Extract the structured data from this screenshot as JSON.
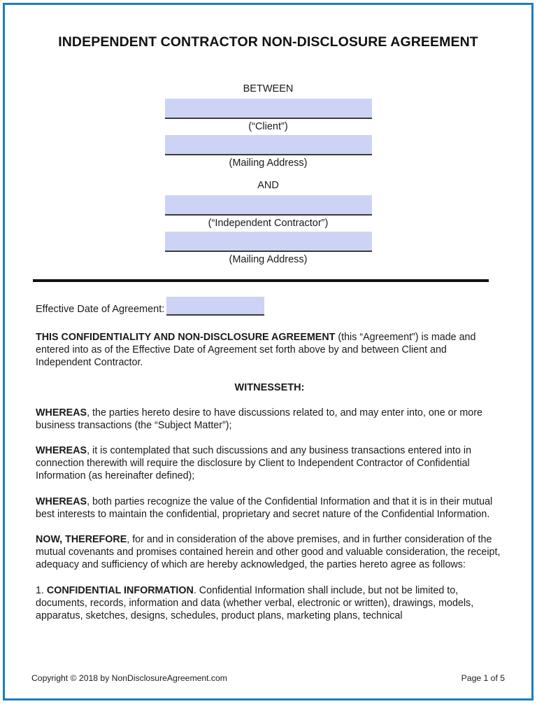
{
  "document": {
    "title": "INDEPENDENT CONTRACTOR NON-DISCLOSURE AGREEMENT"
  },
  "parties": {
    "between_heading": "BETWEEN",
    "and_heading": "AND",
    "client_name_caption": "(“Client”)",
    "client_address_caption": "(Mailing Address)",
    "contractor_name_caption": "(“Independent Contractor”)",
    "contractor_address_caption": "(Mailing Address)",
    "client_name_value": "",
    "client_address_value": "",
    "contractor_name_value": "",
    "contractor_address_value": ""
  },
  "effective_date": {
    "label": "Effective Date of Agreement:",
    "value": ""
  },
  "body": {
    "intro_bold": "THIS CONFIDENTIALITY AND NON-DISCLOSURE AGREEMENT",
    "intro_rest": " (this “Agreement”) is made and entered into as of the Effective Date of Agreement set forth above by and between Client and Independent Contractor.",
    "witnesseth": "WITNESSETH:",
    "whereas_1_bold": "WHEREAS",
    "whereas_1_rest": ", the parties hereto desire to have discussions related to, and may enter into, one or more business transactions (the “Subject Matter”);",
    "whereas_2_bold": "WHEREAS",
    "whereas_2_rest": ", it is contemplated that such discussions and any business transactions entered into in connection therewith will require the disclosure by Client to Independent Contractor of Confidential Information (as hereinafter defined);",
    "whereas_3_bold": "WHEREAS",
    "whereas_3_rest": ", both parties recognize the value of the Confidential Information and that it is in their mutual best interests to maintain the confidential, proprietary and secret nature of the Confidential Information.",
    "now_therefore_bold": "NOW, THEREFORE",
    "now_therefore_rest": ", for and in consideration of the above premises, and in further consideration of the mutual covenants and promises contained herein and other good and valuable consideration, the receipt, adequacy and sufficiency of which are hereby acknowledged, the parties hereto agree as follows:",
    "section1_number": "1. ",
    "section1_bold": "CONFIDENTIAL INFORMATION",
    "section1_rest": ". Confidential Information shall include, but not be limited to, documents, records, information and data (whether verbal, electronic or written), drawings, models, apparatus, sketches, designs, schedules, product plans, marketing plans, technical"
  },
  "footer": {
    "copyright": "Copyright © 2018 by NonDisclosureAgreement.com",
    "page_label": "Page 1 of 5"
  },
  "colors": {
    "page_border": "#1a7fc1",
    "form_field_fill": "#ccd3f5",
    "field_underline": "#3b3b3b",
    "divider": "#111111",
    "text": "#1a1a1a"
  }
}
